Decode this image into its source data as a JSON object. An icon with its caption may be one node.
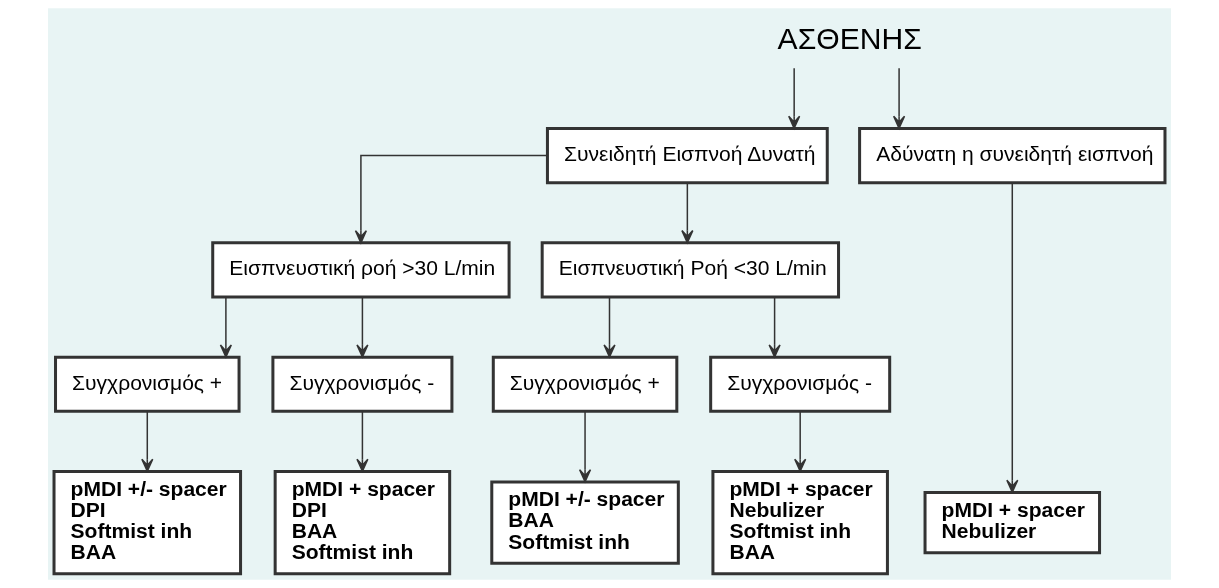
{
  "diagram": {
    "nodes": [
      {
        "text": [
          "ΑΣΘΕΝΗΣ"
        ]
      },
      {
        "text": [
          "Συνειδητή Εισπνοή Δυνατή"
        ]
      },
      {
        "text": [
          "Αδύνατη η συνειδητή εισπνοή"
        ]
      },
      {
        "text": [
          "Εισπνευστική ροή >30 L/min"
        ]
      },
      {
        "text": [
          "Εισπνευστική Ροή <30 L/min"
        ]
      },
      {
        "text": [
          "Συγχρονισμός +"
        ]
      },
      {
        "text": [
          "Συγχρονισμός -"
        ]
      },
      {
        "text": [
          "Συγχρονισμός +"
        ]
      },
      {
        "text": [
          "Συγχρονισμός -"
        ]
      },
      {
        "text": [
          "pMDI +/- spacer",
          "DPI",
          "Softmist inh",
          "BAA"
        ]
      },
      {
        "text": [
          "pMDI + spacer",
          "DPI",
          "BAA",
          "Softmist inh"
        ]
      },
      {
        "text": [
          "pMDI +/- spacer",
          "BAA",
          "Softmist inh"
        ]
      },
      {
        "text": [
          "pMDI + spacer",
          "Nebulizer",
          "Softmist inh",
          "BAA"
        ]
      },
      {
        "text": [
          "pMDI + spacer",
          "Nebulizer"
        ]
      }
    ],
    "edges": [
      {
        "from": 0,
        "to": 1,
        "arrow": "to"
      },
      {
        "from": 0,
        "to": 2,
        "arrow": "to"
      },
      {
        "from": 1,
        "to": 3,
        "arrow": "to"
      },
      {
        "from": 1,
        "to": 4,
        "arrow": "to"
      },
      {
        "from": 3,
        "to": 5,
        "arrow": "to"
      },
      {
        "from": 3,
        "to": 6,
        "arrow": "to"
      },
      {
        "from": 4,
        "to": 7,
        "arrow": "to"
      },
      {
        "from": 4,
        "to": 8,
        "arrow": "to"
      },
      {
        "from": 5,
        "to": 9,
        "arrow": "to"
      },
      {
        "from": 6,
        "to": 10,
        "arrow": "to"
      },
      {
        "from": 7,
        "to": 11,
        "arrow": "to"
      },
      {
        "from": 8,
        "to": 12,
        "arrow": "to"
      },
      {
        "from": 2,
        "to": 13,
        "arrow": "to"
      }
    ]
  }
}
